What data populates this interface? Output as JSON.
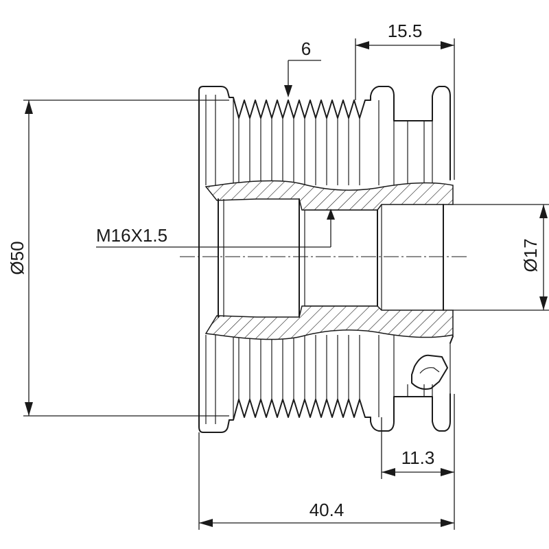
{
  "dimensions": {
    "outer_diameter": "Ø50",
    "bore_diameter": "Ø17",
    "thread": "M16X1.5",
    "groove_count": "6",
    "top_width": "15.5",
    "bottom_width": "11.3",
    "overall_length": "40.4"
  }
}
